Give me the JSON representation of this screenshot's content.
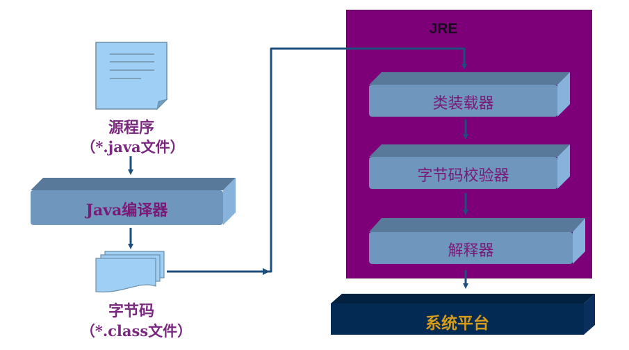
{
  "diagram": {
    "title": "Java program execution flow",
    "source": {
      "icon": "document-icon",
      "label": "源程序",
      "sublabel": "（*.java文件）"
    },
    "compiler": {
      "label": "Java编译器"
    },
    "bytecode": {
      "icon": "stacked-pages-icon",
      "label": "字节码",
      "sublabel": "（*.class文件）"
    },
    "jre": {
      "title": "JRE",
      "stages": [
        {
          "label": "类装载器"
        },
        {
          "label": "字节码校验器"
        },
        {
          "label": "解释器"
        }
      ]
    },
    "platform": {
      "label": "系统平台"
    },
    "colors": {
      "jre_background": "#7e0078",
      "bar_face": "#6f96bd",
      "bar_top": "#58799a",
      "bar_side": "#86b2dc",
      "platform_face": "#032a52",
      "platform_text": "#d69b1a",
      "arrow": "#1d4e7d",
      "label_text": "#7a2a7e",
      "document_fill": "#9fcff5"
    }
  }
}
